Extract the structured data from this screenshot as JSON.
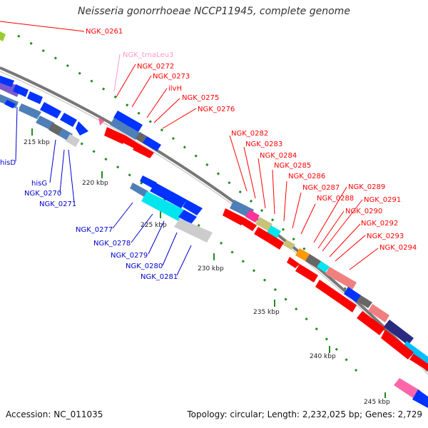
{
  "title": "Neisseria gonorrhoeae NCCP11945, complete genome",
  "footer": {
    "accession": "Accession: NC_011035",
    "summary": "Topology: circular; Length: 2,232,025 bp; Genes: 2,729"
  },
  "colors": {
    "forward": "#ff0000",
    "reverse": "#0000ff",
    "trna": "#ff99cc",
    "backbone": "#808080",
    "tick": "#228b22"
  },
  "ticks": [
    "215 kbp",
    "220 kbp",
    "225 kbp",
    "230 kbp",
    "235 kbp",
    "240 kbp",
    "245 kbp"
  ],
  "labels_forward": [
    "NGK_0261",
    "NGK_trnaLeu3",
    "NGK_0272",
    "NGK_0273",
    "ilvH",
    "NGK_0275",
    "NGK_0276",
    "NGK_0282",
    "NGK_0283",
    "NGK_0284",
    "NGK_0285",
    "NGK_0286",
    "NGK_0287",
    "NGK_0288",
    "NGK_0289",
    "NGK_0291",
    "NGK_0290",
    "NGK_0292",
    "NGK_0293",
    "NGK_0294"
  ],
  "labels_reverse": [
    "hisD",
    "hisG",
    "NGK_0270",
    "NGK_0271",
    "NGK_0277",
    "NGK_0278",
    "NGK_0279",
    "NGK_0280",
    "NGK_0281"
  ]
}
